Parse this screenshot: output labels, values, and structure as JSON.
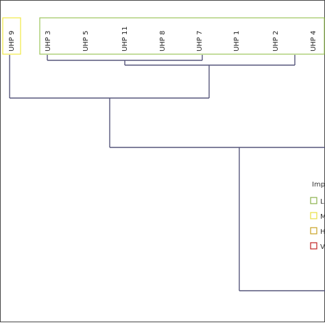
{
  "dendrogram": {
    "leaves": [
      {
        "id": "uhp9",
        "label": "UHP 9",
        "group": "M"
      },
      {
        "id": "uhp3",
        "label": "UHP 3",
        "group": "L"
      },
      {
        "id": "uhp5",
        "label": "UHP 5",
        "group": "L"
      },
      {
        "id": "uhp11",
        "label": "UHP 11",
        "group": "L"
      },
      {
        "id": "uhp8",
        "label": "UHP 8",
        "group": "L"
      },
      {
        "id": "uhp7",
        "label": "UHP 7",
        "group": "L"
      },
      {
        "id": "uhp1",
        "label": "UHP 1",
        "group": "L"
      },
      {
        "id": "uhp2",
        "label": "UHP 2",
        "group": "L"
      },
      {
        "id": "uhp4",
        "label": "UHP 4",
        "group": "L"
      }
    ],
    "branch_color": "#55557a"
  },
  "legend": {
    "title": "Imp",
    "items": [
      {
        "label": "L",
        "color": "#8ab04a"
      },
      {
        "label": "M",
        "color": "#e8e040"
      },
      {
        "label": "H",
        "color": "#c8a020"
      },
      {
        "label": "V",
        "color": "#c02020"
      }
    ]
  },
  "group_box_colors": {
    "L": "#9bc45a",
    "M": "#f0e844"
  }
}
